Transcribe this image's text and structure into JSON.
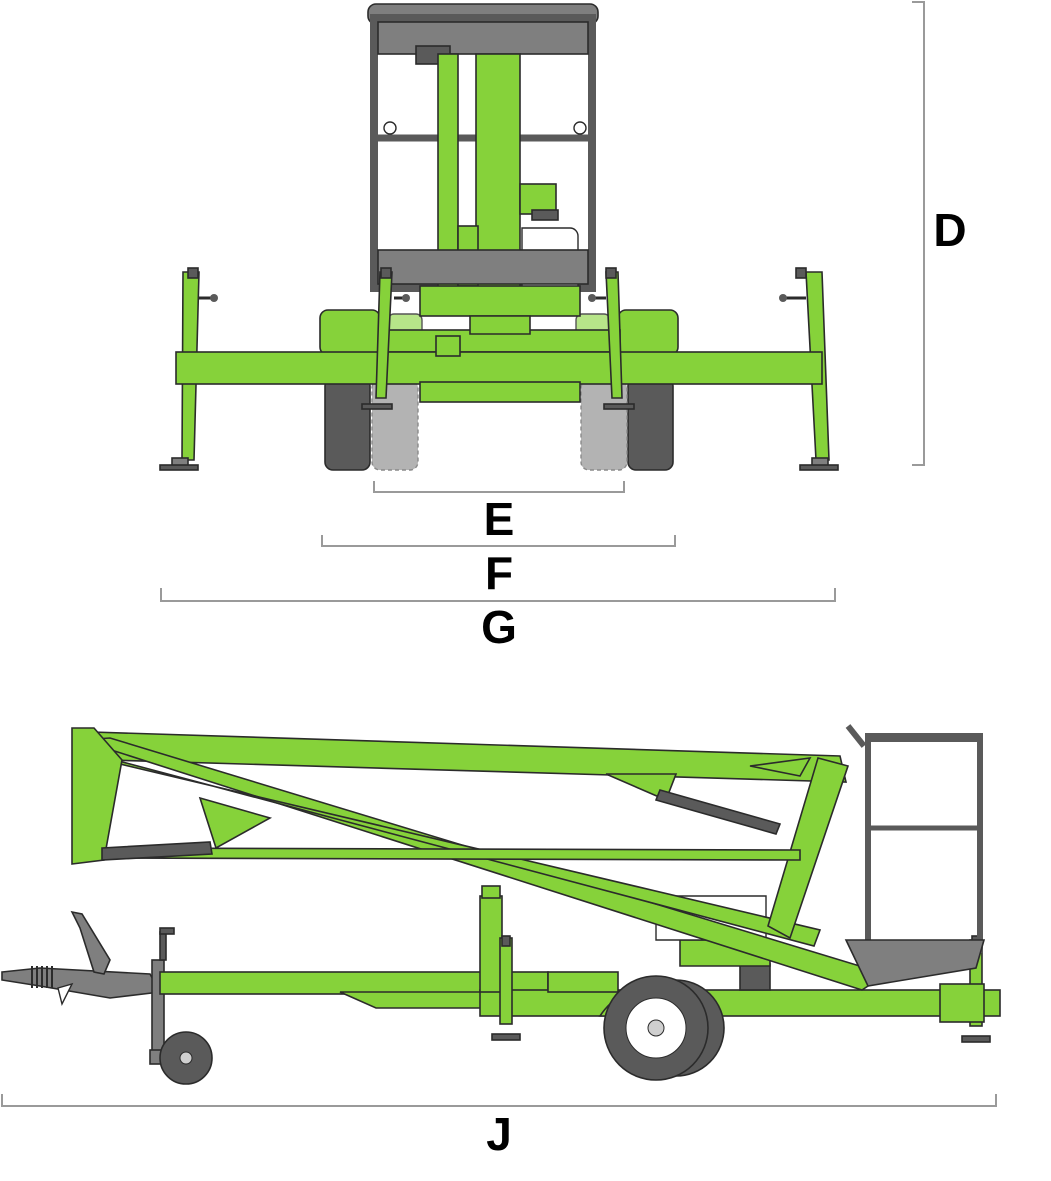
{
  "dimensions": {
    "d": "D",
    "e": "E",
    "f": "F",
    "g": "G",
    "j": "J"
  },
  "colors": {
    "machine_green": "#86d23a",
    "machine_light_green": "#a6df6c",
    "platform_gray": "#7f7f7f",
    "tire_dark": "#5a5a5a",
    "dimension_line": "#9a9a9a"
  }
}
